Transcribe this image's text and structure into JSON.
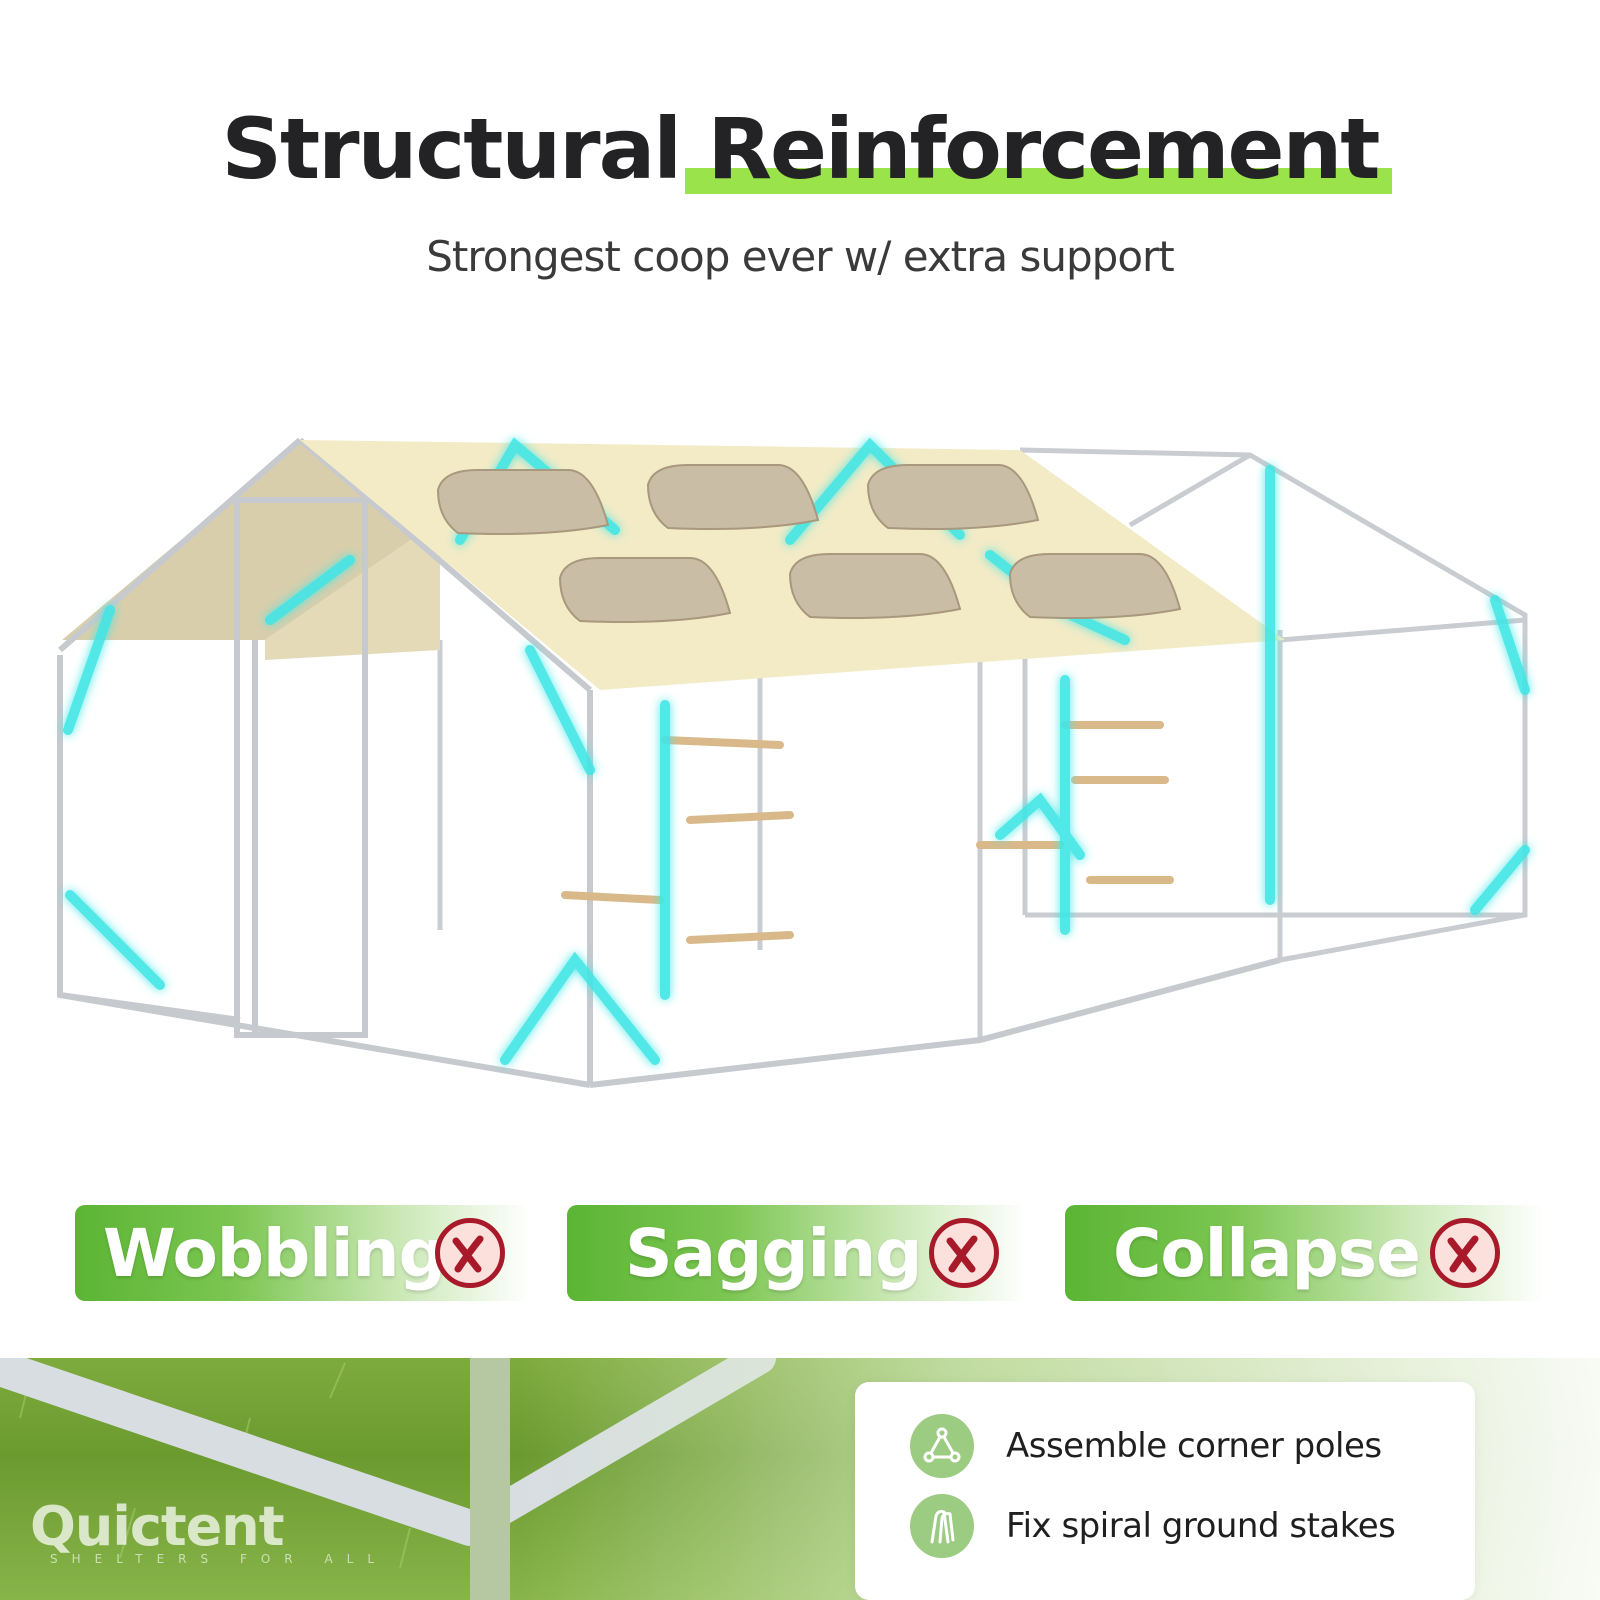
{
  "header": {
    "title_part1": "Structural",
    "title_part2": "Reinforcement",
    "subtitle": "Strongest coop ever w/ extra support",
    "highlight_color": "#9be34a"
  },
  "product_image": {
    "subject": "walk-in chicken coop frame with beige canopy",
    "sandbags_count": 6,
    "canopy_color": "#f3ebc6",
    "sandbag_color": "#c9bda6",
    "frame_color": "#c9ccd1",
    "reinforcement_glow_color": "#3fe6e6"
  },
  "badges": [
    {
      "label": "Wobbling",
      "icon": "x-circle-icon"
    },
    {
      "label": "Sagging",
      "icon": "x-circle-icon"
    },
    {
      "label": "Collapse",
      "icon": "x-circle-icon"
    }
  ],
  "badge_colors": {
    "green": "#5bb534",
    "x_red": "#a8192a",
    "x_fill": "#fbe0dc"
  },
  "features": [
    {
      "icon": "triangle-nodes-icon",
      "text": "Assemble corner poles"
    },
    {
      "icon": "ground-stake-icon",
      "text": "Fix spiral ground stakes"
    }
  ],
  "watermark": {
    "brand": "Quictent",
    "tagline": "SHELTERS FOR ALL"
  }
}
